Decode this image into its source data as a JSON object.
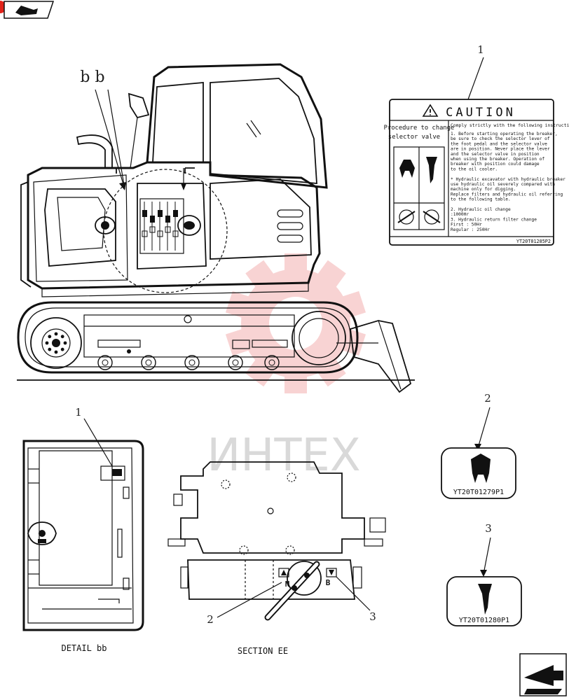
{
  "watermark": {
    "text": "ИНТЕХ",
    "color": "#e23b3b"
  },
  "callouts": {
    "bb": "b b",
    "item1_top": "1",
    "item1_detail": "1",
    "item2_label": "2",
    "item3_label": "3",
    "item2_section": "2",
    "item3_section": "3"
  },
  "caution_decal": {
    "header": "CAUTION",
    "left_title_line1": "Procedure to change",
    "left_title_line2": "selector valve",
    "intro": "Comply strictly with the following instructions.",
    "lines": [
      "1. Before starting operating the breaker,",
      "   be sure to check the selector lever of",
      "   the foot pedal and the selector valve",
      "   are in    position. Never place the lever",
      "   and the selector valve in    position",
      "   when using the breaker. Operation of",
      "   breaker with    position could damage",
      "   to the oil cooler.",
      "",
      "* Hydraulic excavator with hydraulic breaker",
      "  use hydraulic oil severely compared with",
      "  machine only for digging.",
      "  Replace filters and hydraulic oil referring",
      "  to the following table.",
      "",
      "2. Hydraulic oil change",
      "                 :1000Hr",
      "3. Hydraulic return filter change",
      "         First  :  50Hr",
      "       Regular  : 250Hr"
    ],
    "part_number": "YT20T01285P2"
  },
  "decal_2": {
    "part_number": "YT20T01279P1"
  },
  "decal_3": {
    "part_number": "YT20T01280P1"
  },
  "valve_marks": {
    "n": "N",
    "b": "B"
  },
  "captions": {
    "detail": "DETAIL bb",
    "section": "SECTION EE"
  }
}
